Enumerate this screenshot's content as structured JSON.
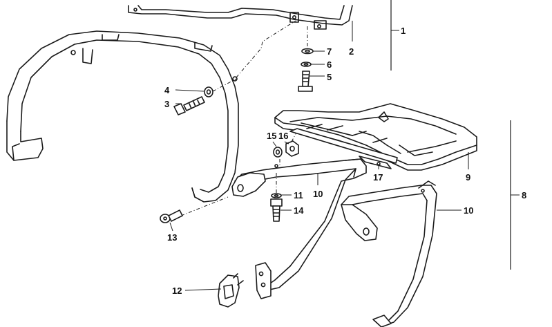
{
  "callouts": {
    "c1": "1",
    "c2": "2",
    "c3": "3",
    "c4": "4",
    "c5": "5",
    "c6": "6",
    "c7": "7",
    "c8": "8",
    "c9": "9",
    "c10a": "10",
    "c10b": "10",
    "c11": "11",
    "c12": "12",
    "c13": "13",
    "c14": "14",
    "c15": "15",
    "c16": "16",
    "c17": "17"
  },
  "colors": {
    "line": "#1a1a1a",
    "background": "#ffffff"
  }
}
